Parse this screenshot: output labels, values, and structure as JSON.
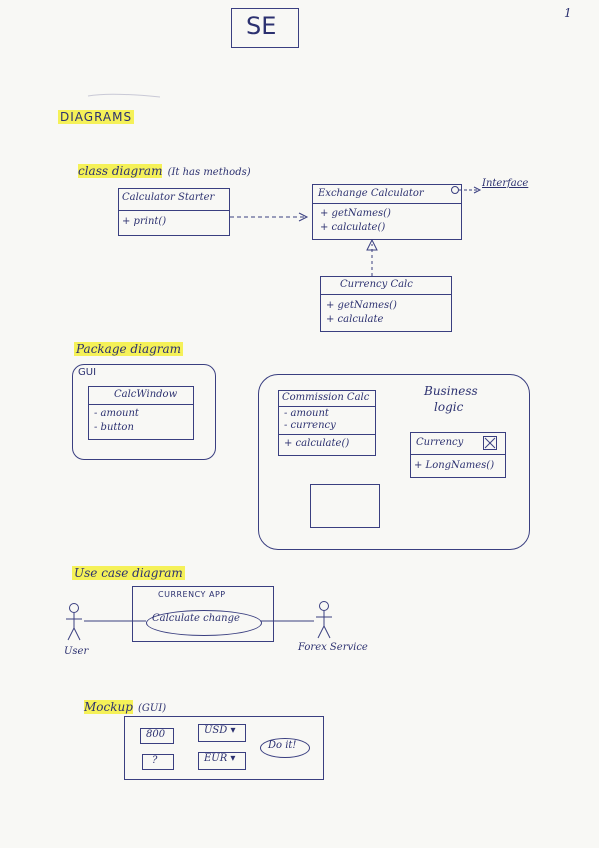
{
  "page_number": "1",
  "header": {
    "title": "SE"
  },
  "section_title": "DIAGRAMS",
  "class_diagram": {
    "heading_main": "class diagram",
    "heading_note": "(It has methods)",
    "calculator_starter": {
      "name": "Calculator Starter",
      "method": "+ print()"
    },
    "exchange_calculator": {
      "name": "Exchange Calculator",
      "methods": [
        "+ getNames()",
        "+ calculate()"
      ]
    },
    "interface_label": "Interface",
    "currency_calc": {
      "name": "Currency Calc",
      "methods": [
        "+ getNames()",
        "+ calculate"
      ]
    }
  },
  "package_diagram": {
    "heading": "Package diagram",
    "gui_package": {
      "label": "GUI",
      "class_name": "CalcWindow",
      "attributes": [
        "- amount",
        "- button"
      ]
    },
    "business_package": {
      "label_line1": "Business",
      "label_line2": "logic",
      "commission_calc": {
        "name": "Commission Calc",
        "attributes": [
          "- amount",
          "- currency"
        ],
        "method": "+ calculate()"
      },
      "currency": {
        "name": "Currency",
        "method": "+ LongNames()"
      }
    }
  },
  "use_case": {
    "heading": "Use case diagram",
    "system_label": "CURRENCY APP",
    "use_case_label": "Calculate change",
    "actor_left": "User",
    "actor_right": "Forex Service"
  },
  "mockup": {
    "heading": "Mockup",
    "heading_note": "(GUI)",
    "field_top": "800",
    "field_bottom": "?",
    "select_top": "USD ▾",
    "select_bottom": "EUR ▾",
    "button": "Do it!"
  }
}
